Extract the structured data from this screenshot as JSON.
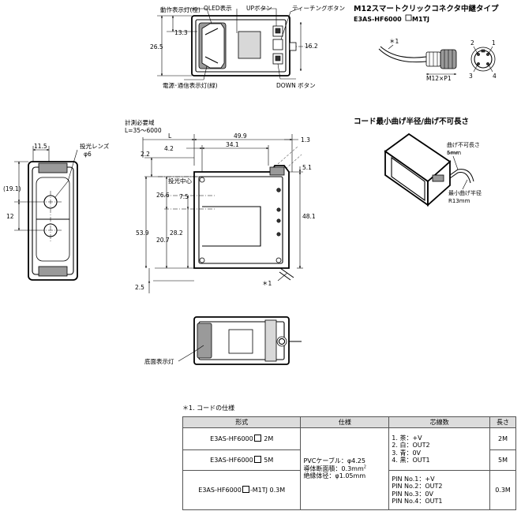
{
  "top_view": {
    "label_action_led": "動作表示灯(橙)",
    "label_oled": "OLED表示",
    "label_up_button": "UPボタン",
    "label_teaching_button": "ティーチングボタン",
    "dim_13_3": "13.3",
    "dim_26_5": "26.5",
    "dim_16_2": "16.2",
    "label_power_led": "電源･通信表示灯(緑)",
    "label_down_button": "DOWN ボタン"
  },
  "connector": {
    "title": "M12スマートクリックコネクタ中継タイプ",
    "model": "E3AS-HF6000",
    "model_suffix": "-M1TJ",
    "note_mark": "＊1",
    "pin_2": "2",
    "pin_1": "1",
    "pin_3": "3",
    "pin_4": "4",
    "thread": "M12×P1"
  },
  "front_view": {
    "dim_11_5": "11.5",
    "label_lens": "投光レンズ",
    "label_phi6": "φ6",
    "dim_19_1": "(19.1)",
    "dim_12": "12"
  },
  "side_view": {
    "label_area": "計測必要域",
    "label_range": "L=35～6000",
    "dim_L": "L",
    "dim_49_9": "49.9",
    "dim_1_3": "1.3",
    "dim_4_2": "4.2",
    "dim_34_1": "34.1",
    "dim_2_2": "2.2",
    "label_center": "投光中心",
    "dim_5_1": "5.1",
    "dim_26_6": "26.6",
    "dim_7_5": "7.5",
    "dim_48_1": "48.1",
    "dim_53_9": "53.9",
    "dim_20_7": "20.7",
    "dim_28_2": "28.2",
    "dim_2_5": "2.5",
    "note_mark": "＊1"
  },
  "bend": {
    "title": "コード最小曲げ半径/曲げ不可長さ",
    "label_nobend": "曲げ不可長さ",
    "val_nobend": "5mm",
    "label_min_radius": "最小曲げ半径",
    "val_radius": "R13mm"
  },
  "bottom_view": {
    "label_bottom_led": "底面表示灯"
  },
  "cord_spec": {
    "note": "＊1. コードの仕様",
    "headers": [
      "形式",
      "仕様",
      "芯線数",
      "長さ"
    ],
    "model_prefix": "E3AS-HF6000",
    "row1_model_suffix": " 2M",
    "row2_model_suffix": " 5M",
    "row3_model_suffix": "-M1TJ 0.3M",
    "spec_line1": "PVCケーブル：φ4.25",
    "spec_line2": "導体断面積：0.3mm",
    "spec_line2_sup": "2",
    "spec_line3": "絶縁体径：φ1.05mm",
    "cores_a": [
      "1. 茶：+V",
      "2. 白：OUT2",
      "3. 青：0V",
      "4. 黒：OUT1"
    ],
    "cores_b": [
      "PIN No.1：+V",
      "PIN No.2：OUT2",
      "PIN No.3：0V",
      "PIN No.4：OUT1"
    ],
    "len_2m": "2M",
    "len_5m": "5M",
    "len_03m": "0.3M"
  }
}
